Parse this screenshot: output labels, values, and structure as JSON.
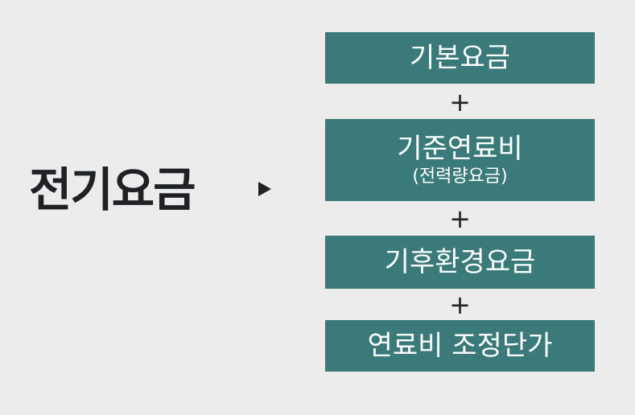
{
  "title": "전기요금",
  "arrow_icon": "triangle-right-icon",
  "colors": {
    "background": "#ececec",
    "box": "#3a7a7a",
    "text_dark": "#1f2124",
    "text_light": "#ffffff"
  },
  "components": [
    {
      "label": "기본요금",
      "sub": ""
    },
    {
      "label": "기준연료비",
      "sub": "(전력량요금)"
    },
    {
      "label": "기후환경요금",
      "sub": ""
    },
    {
      "label": "연료비 조정단가",
      "sub": ""
    }
  ],
  "operator": "+"
}
